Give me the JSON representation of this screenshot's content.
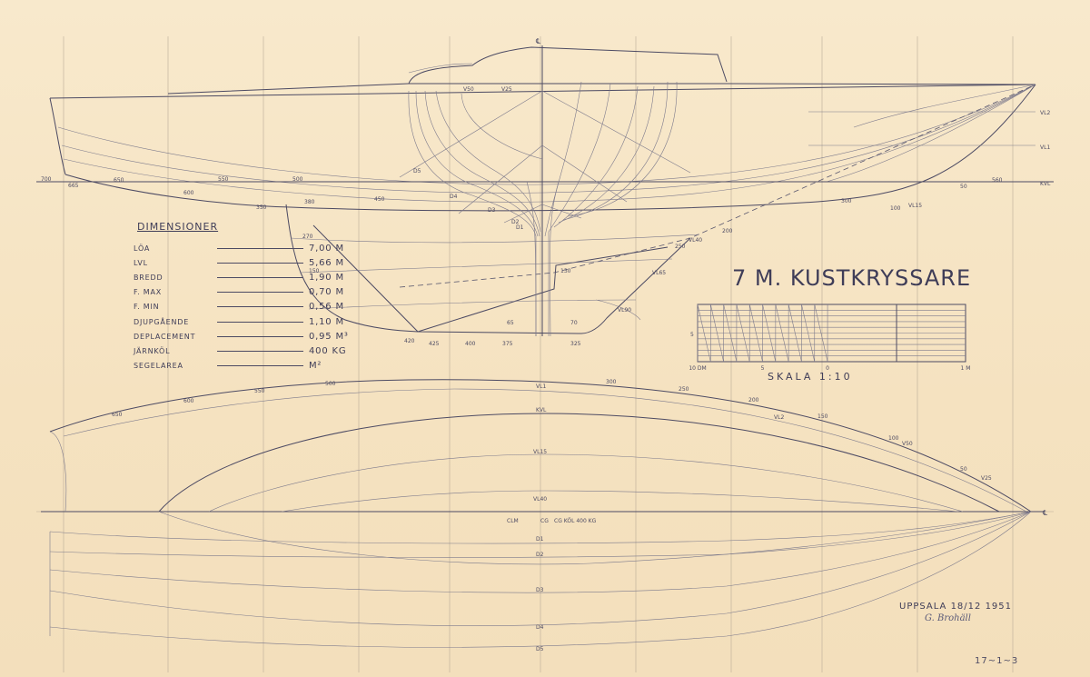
{
  "title": "7 M. KUSTKRYSSARE",
  "dimensions": {
    "heading": "DIMENSIONER",
    "rows": [
      {
        "label": "LÖA",
        "value": "7,00 M"
      },
      {
        "label": "LVL",
        "value": "5,66 M"
      },
      {
        "label": "BREDD",
        "value": "1,90 M"
      },
      {
        "label": "F. MAX",
        "value": "0,70 M"
      },
      {
        "label": "F. MIN",
        "value": "0,56 M"
      },
      {
        "label": "DJUPGÅENDE",
        "value": "1,10 M"
      },
      {
        "label": "DEPLACEMENT",
        "value": "0,95 M³"
      },
      {
        "label": "JÄRNKÖL",
        "value": "400 KG"
      },
      {
        "label": "SEGELAREA",
        "value": "M²"
      }
    ]
  },
  "scale": {
    "caption": "SKALA 1:10",
    "ticks": [
      "10 DM",
      "5",
      "0",
      "1 M"
    ],
    "side_label": "5"
  },
  "footer": {
    "place_date": "UPPSALA 18/12 1951",
    "signature": "G. Brohäll",
    "drawing_number": "17~1~3"
  },
  "profile_labels": {
    "waterlines": [
      "VL2",
      "VL1",
      "KVL"
    ],
    "stations": [
      "700",
      "665",
      "650",
      "600",
      "550",
      "500",
      "450",
      "420",
      "380",
      "350",
      "300",
      "270",
      "150",
      "200",
      "250",
      "100",
      "50",
      "560",
      "400",
      "375",
      "325",
      "425"
    ],
    "keel_labels": [
      "VL40",
      "VL65",
      "VL90",
      "VL15"
    ],
    "diagonals": [
      "D5",
      "D4",
      "D3",
      "D2",
      "D1"
    ],
    "body_labels": [
      "V50",
      "V25",
      "VL65"
    ],
    "marks": [
      "65",
      "70",
      "130"
    ]
  },
  "plan_labels": {
    "lines": [
      "VL1",
      "KVL",
      "VL15",
      "VL40",
      "VL2",
      "V50",
      "V25"
    ],
    "buttocks": [
      "D1",
      "D2",
      "D3",
      "D4",
      "D5"
    ],
    "centers": [
      "CLM",
      "CG",
      "CG KÖL 400 KG"
    ],
    "stations": [
      "650",
      "600",
      "550",
      "500",
      "300",
      "250",
      "200",
      "150",
      "100",
      "50"
    ],
    "centerline_symbol": "℄"
  },
  "colors": {
    "paper": "#f6e4c4",
    "ink": "#4c4a63"
  }
}
